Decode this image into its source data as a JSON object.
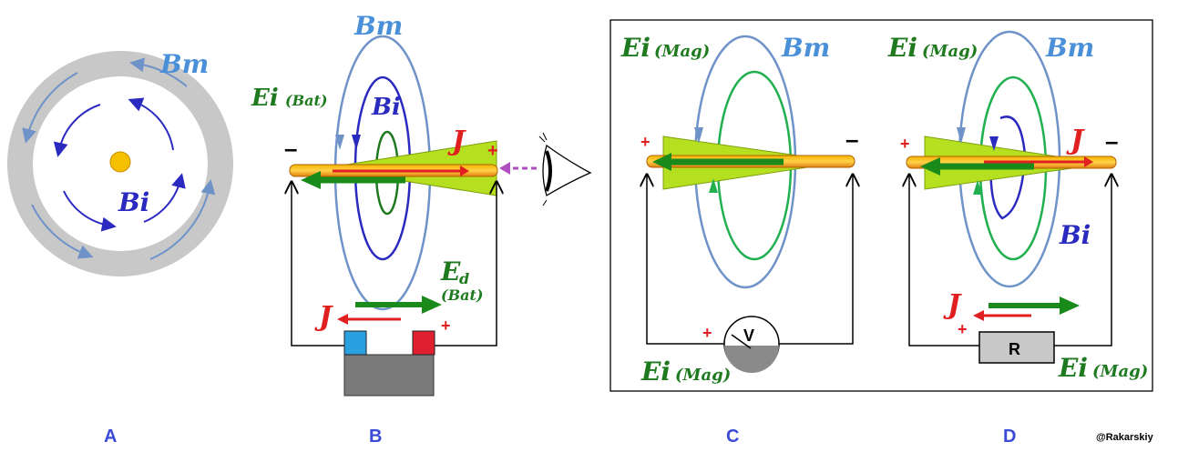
{
  "panels": {
    "A": {
      "label": "A",
      "bm": "Bm",
      "bi": "Bi"
    },
    "B": {
      "label": "B",
      "bm": "Bm",
      "ei": "Ei",
      "ei_sub": "(Bat)",
      "bi": "Bi",
      "j_top": "J",
      "minus": "–",
      "plus": "+",
      "ed": "E",
      "ed_sub": "d",
      "ed_sub2": "(Bat)",
      "j_bottom": "J",
      "plus_bottom": "+"
    },
    "C": {
      "label": "C",
      "ei_top": "Ei",
      "ei_top_sub": "(Mag)",
      "bm": "Bm",
      "plus": "+",
      "minus": "–",
      "plus_bottom": "+",
      "meter": "V",
      "ei_bottom": "Ei",
      "ei_bottom_sub": "(Mag)"
    },
    "D": {
      "label": "D",
      "ei_top": "Ei",
      "ei_top_sub": "(Mag)",
      "bm": "Bm",
      "j_top": "J",
      "plus": "+",
      "minus": "–",
      "bi": "Bi",
      "j_bottom": "J",
      "plus_bottom": "+",
      "resistor": "R",
      "ei_bottom": "Ei",
      "ei_bottom_sub": "(Mag)"
    }
  },
  "credit": "@Rakarskiy",
  "colors": {
    "bm": "#6f93c9",
    "bi": "#2a2ac0",
    "ei": "#1f7a1f",
    "j": "#e02020",
    "label": "#3b4bd6",
    "ring": "#c8c8c8"
  }
}
